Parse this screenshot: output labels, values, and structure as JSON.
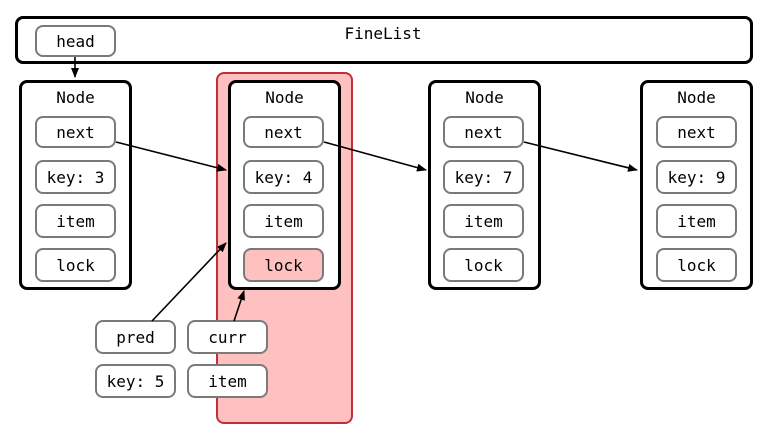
{
  "list": {
    "title": "FineList",
    "head_label": "head"
  },
  "nodes": [
    {
      "title": "Node",
      "next": "next",
      "key": "key: 3",
      "item": "item",
      "lock": "lock"
    },
    {
      "title": "Node",
      "next": "next",
      "key": "key: 4",
      "item": "item",
      "lock": "lock"
    },
    {
      "title": "Node",
      "next": "next",
      "key": "key: 7",
      "item": "item",
      "lock": "lock"
    },
    {
      "title": "Node",
      "next": "next",
      "key": "key: 9",
      "item": "item",
      "lock": "lock"
    }
  ],
  "pointers": {
    "pred": "pred",
    "curr": "curr",
    "key": "key: 5",
    "item": "item"
  },
  "colors": {
    "highlight": "#ffc0c0",
    "highlight_border": "#c0303c"
  }
}
